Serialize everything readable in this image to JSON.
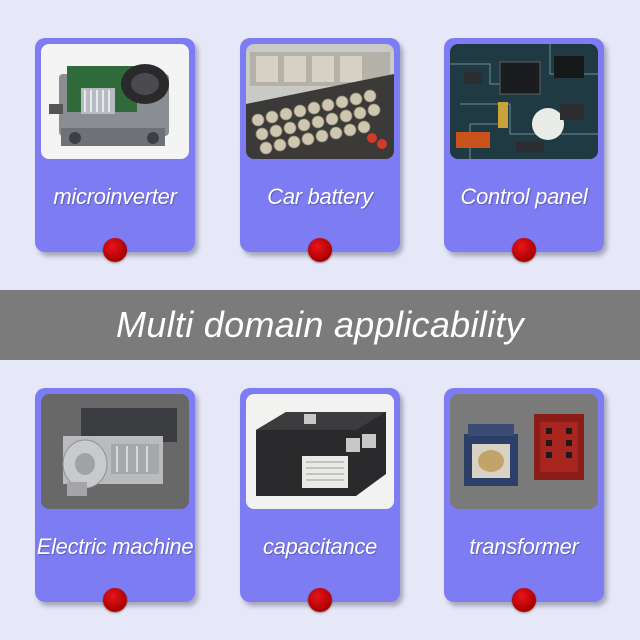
{
  "banner": {
    "title": "Multi domain applicability"
  },
  "cards": [
    {
      "label": "microinverter",
      "image": "microinverter-photo"
    },
    {
      "label": "Car battery",
      "image": "car-battery-photo"
    },
    {
      "label": "Control panel",
      "image": "control-panel-photo"
    },
    {
      "label": "Electric machine",
      "image": "electric-machine-photo"
    },
    {
      "label": "capacitance",
      "image": "capacitor-photo"
    },
    {
      "label": "transformer",
      "image": "transformer-photo"
    }
  ],
  "colors": {
    "background": "#e6e7f7",
    "card": "#7e7cf2",
    "banner": "#7b7b7b",
    "dot": "#c20000",
    "label": "#ffffff"
  }
}
